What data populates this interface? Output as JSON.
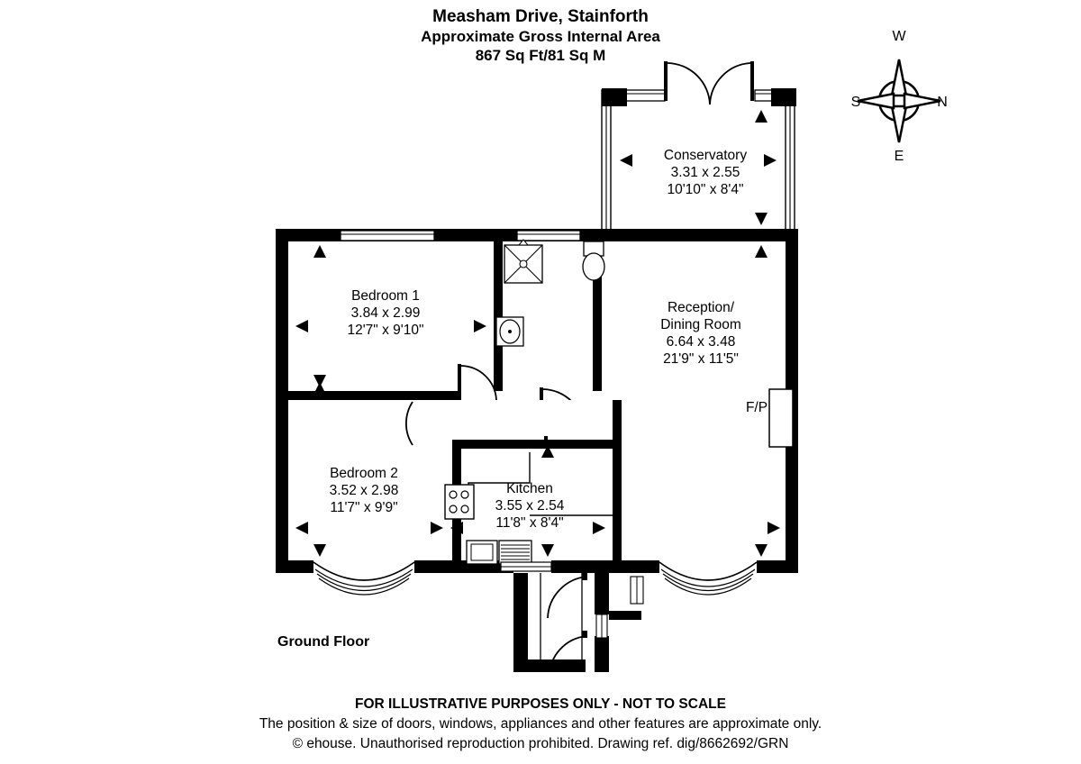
{
  "title": {
    "line1": "Measham Drive, Stainforth",
    "line2": "Approximate Gross Internal Area",
    "line3": "867 Sq Ft/81 Sq M"
  },
  "floor_label": "Ground Floor",
  "footer": {
    "line1": "FOR ILLUSTRATIVE PURPOSES ONLY - NOT TO SCALE",
    "line2": "The position & size of doors, windows, appliances and other features are approximate only.",
    "line3": "© ehouse. Unauthorised reproduction prohibited. Drawing ref. dig/8662692/GRN"
  },
  "compass": {
    "top": "W",
    "right": "N",
    "bottom": "E",
    "left": "S"
  },
  "rooms": [
    {
      "id": "conservatory",
      "name": "Conservatory",
      "metric": "3.31 x 2.55",
      "imperial": "10'10\" x 8'4\""
    },
    {
      "id": "reception-dining-room",
      "name_line1": "Reception/",
      "name_line2": "Dining Room",
      "metric": "6.64 x 3.48",
      "imperial": "21'9\" x 11'5\""
    },
    {
      "id": "bedroom-1",
      "name": "Bedroom 1",
      "metric": "3.84 x 2.99",
      "imperial": "12'7\" x 9'10\""
    },
    {
      "id": "bedroom-2",
      "name": "Bedroom 2",
      "metric": "3.52 x 2.98",
      "imperial": "11'7\" x 9'9\""
    },
    {
      "id": "kitchen",
      "name": "Kitchen",
      "metric": "3.55 x 2.54",
      "imperial": "11'8\" x 8'4\""
    }
  ],
  "features": {
    "fireplace_label": "F/P"
  },
  "colors": {
    "wall": "#000000",
    "background": "#ffffff",
    "text": "#000000"
  }
}
